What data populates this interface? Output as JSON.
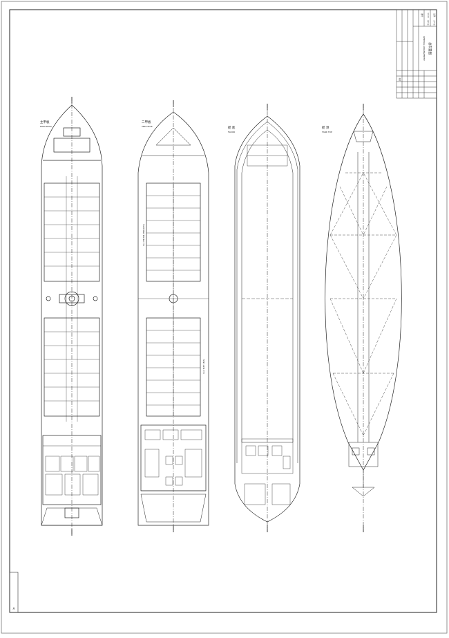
{
  "drawing": {
    "title_block": {
      "drawing_title": "总布置图",
      "drawing_subtitle": "GENERAL ARRANGEMENT",
      "cells": [
        "比例",
        "1:100",
        "图号",
        "第 1 张",
        "共 1 张"
      ],
      "revision_label": "修改"
    },
    "views": [
      {
        "label_cn": "主甲板",
        "label_en": "MAIN DECK"
      },
      {
        "label_cn": "二甲板",
        "label_en": "2ND DECK"
      },
      {
        "label_cn": "舱  底",
        "label_en": "FLOOR"
      },
      {
        "label_cn": "舱  顶",
        "label_en": "TANK TOP"
      }
    ],
    "hold_labels": {
      "cargo_hold_note": "No.1 FW. BRK. DWR (NHO)",
      "ballast_note": "No.2 W.B.T. (P&S)"
    },
    "corner_mark": "A"
  }
}
